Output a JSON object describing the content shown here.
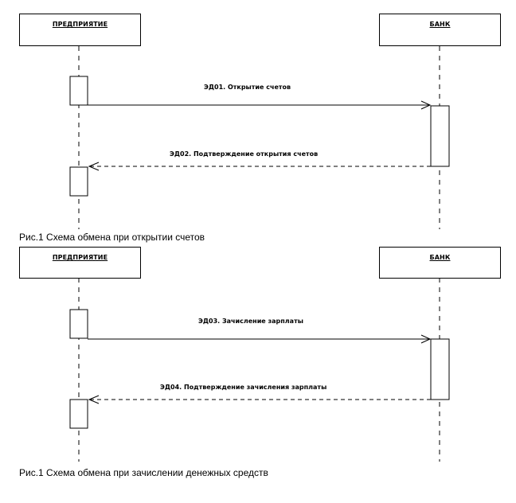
{
  "diagrams": [
    {
      "participants": {
        "left": "ПРЕДПРИЯТИЕ",
        "right": "БАНК"
      },
      "messages": [
        {
          "label": "ЭД01. Открытие счетов",
          "style": "solid",
          "direction": "to-right"
        },
        {
          "label": "ЭД02. Подтверждение открытия счетов",
          "style": "dashed",
          "direction": "to-left"
        }
      ],
      "caption": "Рис.1 Схема обмена при открытии счетов"
    },
    {
      "participants": {
        "left": "ПРЕДПРИЯТИЕ",
        "right": "БАНК"
      },
      "messages": [
        {
          "label": "ЭД03. Зачисление зарплаты",
          "style": "solid",
          "direction": "to-right"
        },
        {
          "label": "ЭД04. Подтверждение зачисления зарплаты",
          "style": "dashed",
          "direction": "to-left"
        }
      ],
      "caption": "Рис.1 Схема обмена при зачислении денежных средств"
    }
  ],
  "colors": {
    "line": "#000000",
    "background": "#ffffff"
  }
}
